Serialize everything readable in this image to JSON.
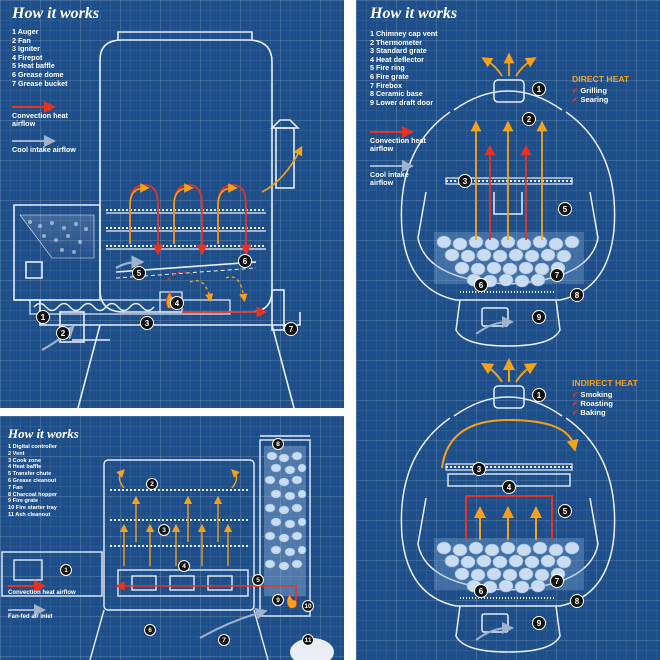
{
  "colors": {
    "panel": "#1f4f8a",
    "line": "#e7eef7",
    "convection": "#e63322",
    "heat": "#f5a21b",
    "cool": "#9fb3cf"
  },
  "pellet": {
    "title": "How it works",
    "parts": [
      "1 Auger",
      "2 Fan",
      "3 Igniter",
      "4 Firepot",
      "5 Heat baffle",
      "6 Grease dome",
      "7 Grease bucket"
    ],
    "convection_label": "Convection heat airflow",
    "cool_label": "Cool intake airflow",
    "markers": [
      "1",
      "2",
      "3",
      "4",
      "5",
      "6",
      "7"
    ]
  },
  "smoker": {
    "title": "How it works",
    "parts": [
      "1 Digital controller",
      "2 Vent",
      "3 Cook zone",
      "4 Heat baffle",
      "5 Transfer chute",
      "6 Grease cleanout",
      "7 Fan",
      "8 Charcoal hopper",
      "9 Fire grate",
      "10 Fire starter tray",
      "11 Ash cleanout"
    ],
    "convection_label": "Convection heat airflow",
    "fan_label": "Fan-fed air inlet",
    "markers": [
      "1",
      "2",
      "3",
      "4",
      "5",
      "6",
      "7",
      "8",
      "9",
      "10",
      "11"
    ]
  },
  "kamado": {
    "title": "How it works",
    "parts": [
      "1 Chimney cap vent",
      "2 Thermometer",
      "3 Standard grate",
      "4 Heat deflector",
      "5 Fire ring",
      "6 Fire grate",
      "7 Firebox",
      "8 Ceramic base",
      "9 Lower draft door"
    ],
    "convection_label": "Convection heat airflow",
    "cool_label": "Cool intake airflow",
    "direct": {
      "title": "DIRECT HEAT",
      "items": [
        "Grilling",
        "Searing"
      ]
    },
    "indirect": {
      "title": "INDIRECT HEAT",
      "items": [
        "Smoking",
        "Roasting",
        "Baking"
      ]
    },
    "markers_direct": [
      "1",
      "2",
      "3",
      "5",
      "6",
      "7",
      "8",
      "9"
    ],
    "markers_indirect": [
      "1",
      "3",
      "4",
      "5",
      "6",
      "7",
      "8",
      "9"
    ]
  }
}
